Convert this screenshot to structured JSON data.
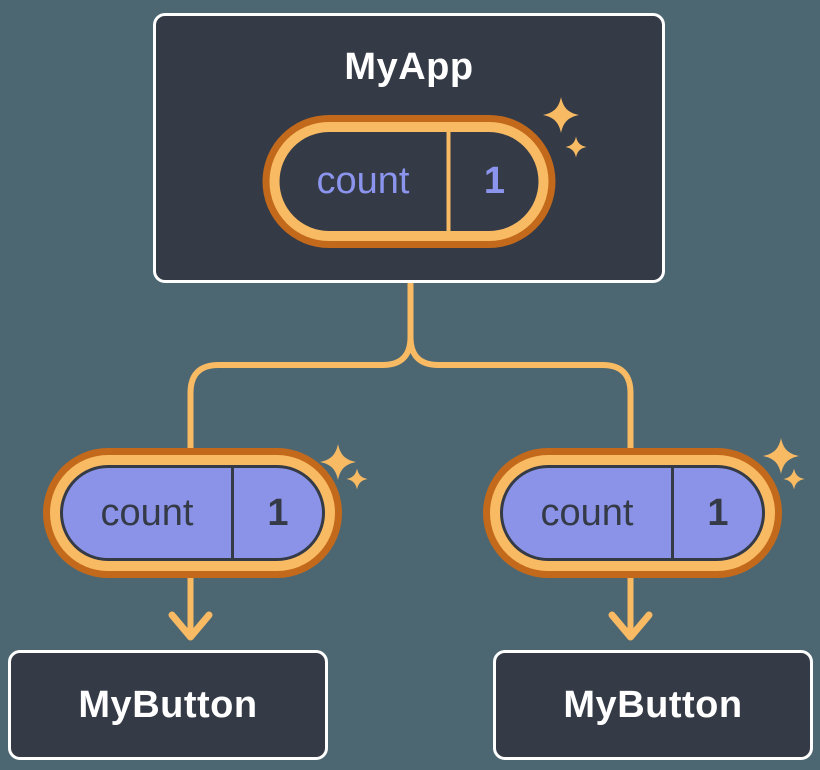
{
  "colors": {
    "background": "#4C6772",
    "node_fill": "#343A46",
    "node_border": "#FFFFFF",
    "ring_outer_orange": "#C3691B",
    "ring_inner_orange": "#F8BA63",
    "connector_orange": "#F8BA63",
    "prop_purple": "#8B93E8",
    "state_text_purple": "#8C95EE",
    "dark_text": "#343A46",
    "light_text": "#FFFFFF"
  },
  "icons": {
    "sparkle": "sparkle-icon",
    "arrow": "arrow-down-icon"
  },
  "tree": {
    "root": {
      "title": "MyApp",
      "state": {
        "label": "count",
        "value": "1"
      }
    },
    "children": [
      {
        "title": "MyButton",
        "prop": {
          "label": "count",
          "value": "1"
        }
      },
      {
        "title": "MyButton",
        "prop": {
          "label": "count",
          "value": "1"
        }
      }
    ]
  }
}
